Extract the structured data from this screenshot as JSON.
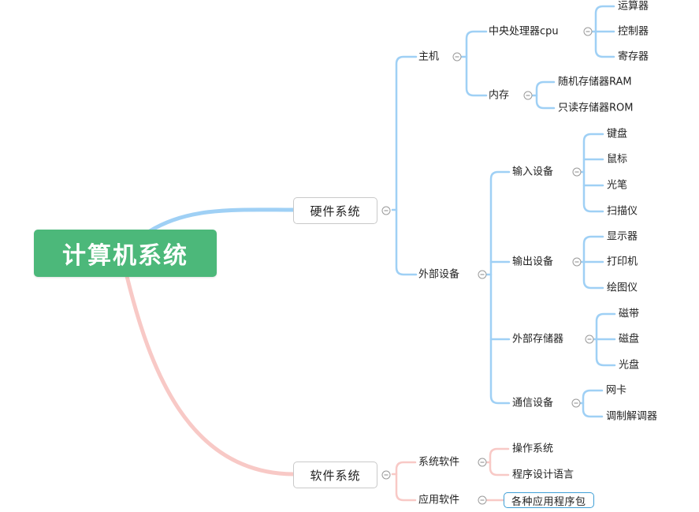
{
  "root": {
    "label": "计算机系统"
  },
  "hardware": {
    "label": "硬件系统",
    "host": {
      "label": "主机",
      "cpu": {
        "label": "中央处理器cpu",
        "children": [
          "运算器",
          "控制器",
          "寄存器"
        ]
      },
      "memory": {
        "label": "内存",
        "children": [
          "随机存储器RAM",
          "只读存储器ROM"
        ]
      }
    },
    "peripherals": {
      "label": "外部设备",
      "input": {
        "label": "输入设备",
        "children": [
          "键盘",
          "鼠标",
          "光笔",
          "扫描仪"
        ]
      },
      "output": {
        "label": "输出设备",
        "children": [
          "显示器",
          "打印机",
          "绘图仪"
        ]
      },
      "storage": {
        "label": "外部存储器",
        "children": [
          "磁带",
          "磁盘",
          "光盘"
        ]
      },
      "comm": {
        "label": "通信设备",
        "children": [
          "网卡",
          "调制解调器"
        ]
      }
    }
  },
  "software": {
    "label": "软件系统",
    "system_sw": {
      "label": "系统软件",
      "children": [
        "操作系统",
        "程序设计语言"
      ]
    },
    "app_sw": {
      "label": "应用软件",
      "children": [
        "各种应用程序包"
      ]
    }
  },
  "colors": {
    "root": "#4cb87a",
    "hardware_branch": "#9fd0f5",
    "software_branch": "#f8c9c6",
    "highlight_border": "#3f9fd6"
  }
}
